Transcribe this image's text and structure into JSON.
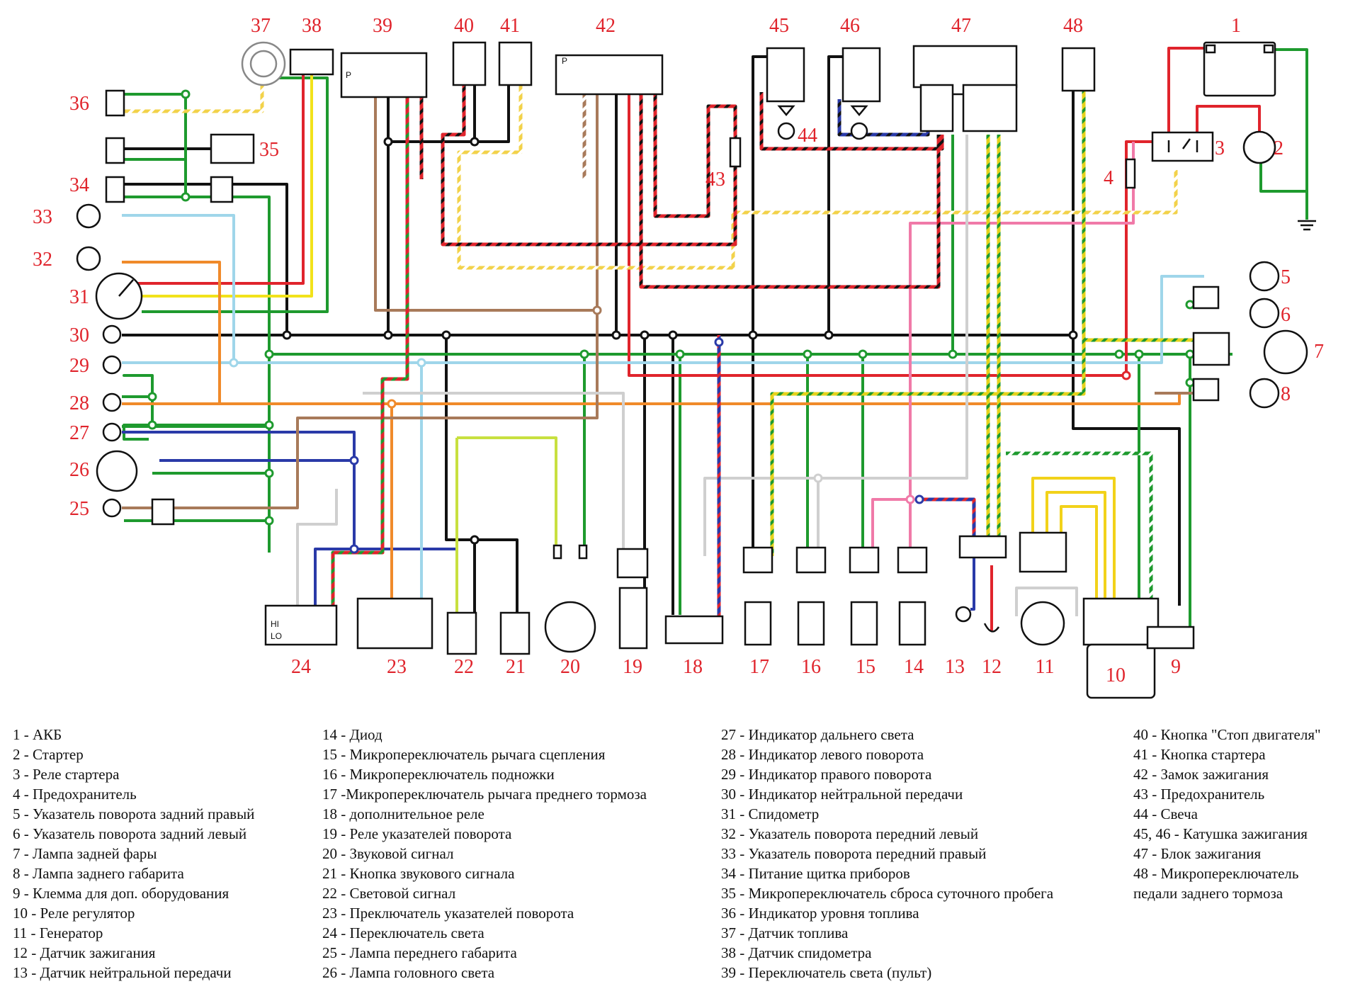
{
  "component_numbers": [
    "1",
    "2",
    "3",
    "4",
    "5",
    "6",
    "7",
    "8",
    "9",
    "10",
    "11",
    "12",
    "13",
    "14",
    "15",
    "16",
    "17",
    "18",
    "19",
    "20",
    "21",
    "22",
    "23",
    "24",
    "25",
    "26",
    "27",
    "28",
    "29",
    "30",
    "31",
    "32",
    "33",
    "34",
    "35",
    "36",
    "37",
    "38",
    "39",
    "40",
    "41",
    "42",
    "43",
    "44",
    "45",
    "46",
    "47",
    "48"
  ],
  "switch_labels": {
    "p1": "P",
    "p2": "P",
    "hi": "HI",
    "lo": "LO"
  },
  "legend": {
    "col1": [
      "1 - АКБ",
      "2 - Стартер",
      "3 - Реле стартера",
      "4 - Предохранитель",
      "5 - Указатель поворота задний правый",
      "6 - Указатель поворота задний левый",
      "7 - Лампа задней фары",
      "8 - Лампа заднего габарита",
      "9 - Клемма для доп. оборудования",
      "10 - Реле регулятор",
      "11 - Генератор",
      "12 - Датчик зажигания",
      "13 - Датчик нейтральной передачи"
    ],
    "col2": [
      "14 - Диод",
      "15 - Микропереключатель рычага сцепления",
      "16 - Микропереключатель подножки",
      "17 -Микропереключатель рычага преднего тормоза",
      "18 - дополнительное реле",
      "19 - Реле указателей поворота",
      "20 - Звуковой сигнал",
      "21 - Кнопка звукового сигнала",
      "22 - Световой сигнал",
      "23 - Преключатель указателей поворота",
      "24 - Переключатель света",
      "25 - Лампа переднего габарита",
      "26 - Лампа головного света"
    ],
    "col3": [
      "27 - Индикатор дальнего света",
      "28 - Индикатор левого поворота",
      "29 - Индикатор правого поворота",
      "30 - Индикатор нейтральной передачи",
      "31 - Спидометр",
      "32 - Указатель поворота передний левый",
      "33 - Указатель поворота передний правый",
      "34 - Питание щитка приборов",
      "35 - Микропереключатель сброса суточного пробега",
      "36 - Индикатор уровня топлива",
      "37 - Датчик топлива",
      "38 - Датчик спидометра",
      "39 - Переключатель света (пульт)"
    ],
    "col4": [
      "40 - Кнопка \"Стоп двигателя\"",
      "41 - Кнопка стартера",
      "42 - Замок зажигания",
      "43 - Предохранитель",
      "44 - Свеча",
      "45, 46 - Катушка зажигания",
      "47 - Блок зажигания",
      "48 - Микропереключатель",
      "педали заднего тормоза"
    ]
  },
  "wire_colors": {
    "black": "#111111",
    "green": "#1e9a2e",
    "red": "#e0242c",
    "yellow": "#f2e21a",
    "blue": "#2a3aa8",
    "lightblue": "#9fd6ea",
    "orange": "#f08a2a",
    "brown": "#a87a5a",
    "pink": "#f07aa8",
    "grey": "#cfcfcf",
    "lime": "#c8e040",
    "label": "#e0242c"
  }
}
